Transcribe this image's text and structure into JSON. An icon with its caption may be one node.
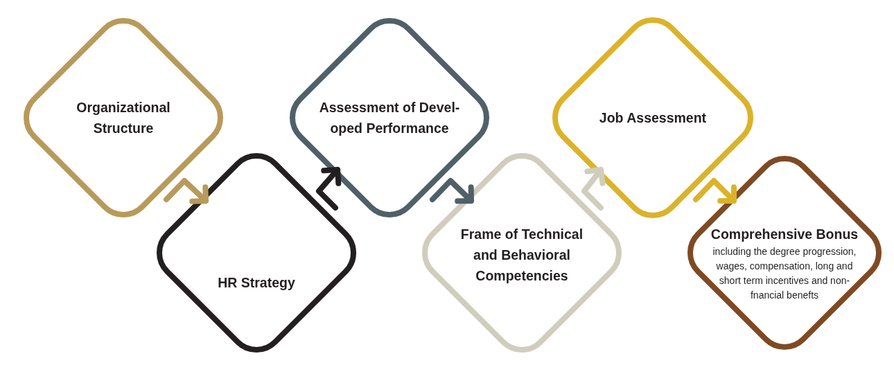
{
  "diagram": {
    "nodes": [
      {
        "text": [
          "Organizational Structure"
        ]
      },
      {
        "text": [
          "HR Strategy"
        ]
      },
      {
        "text": [
          "Assessment of Devel- oped Performance"
        ]
      },
      {
        "text": [
          "Frame of Technical and Behavioral Competencies"
        ]
      },
      {
        "text": [
          "Job Assessment"
        ]
      },
      {
        "text": [
          "Comprehensive Bonus",
          "including the degree progression, wages, compensation, long and short term incentives and non-fnancial benefts"
        ]
      }
    ],
    "edges": [
      {
        "from": 0,
        "to": 1,
        "arrow": "to",
        "color": "#b89a5a"
      },
      {
        "from": 1,
        "to": 2,
        "arrow": "to",
        "color": "#231f20"
      },
      {
        "from": 2,
        "to": 3,
        "arrow": "to",
        "color": "#4f6068"
      },
      {
        "from": 3,
        "to": 4,
        "arrow": "to",
        "color": "#d0cdbd"
      },
      {
        "from": 4,
        "to": 5,
        "arrow": "to",
        "color": "#dbb32a"
      }
    ]
  }
}
